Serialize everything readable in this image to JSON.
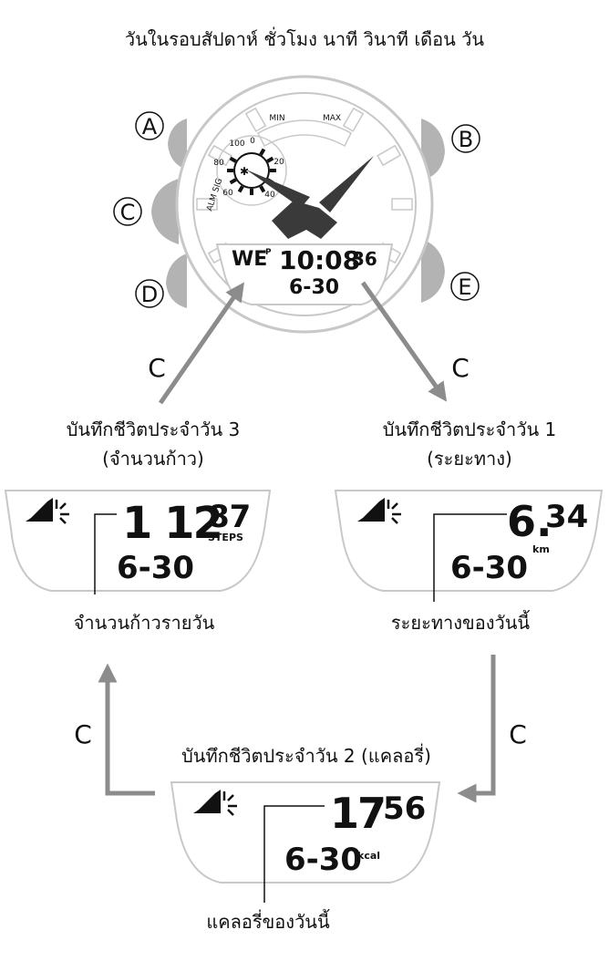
{
  "title": "วันในรอบสัปดาห์ ชั่วโมง นาที วินาที เดือน วัน",
  "buttons": [
    "A",
    "B",
    "C",
    "D",
    "E"
  ],
  "watch": {
    "dial_min": "MIN",
    "dial_max": "MAX",
    "subdial_numbers": [
      "100",
      "0",
      "80",
      "20",
      "60",
      "40"
    ],
    "subdial_label": "ALM SIG",
    "lcd_day": "WE",
    "lcd_pm": "P",
    "lcd_time": "10:08",
    "lcd_seconds": "36",
    "lcd_date": "6-30"
  },
  "arrow_label": "C",
  "log3": {
    "title_line1": "บันทึกชีวิตประจำวัน 3",
    "title_line2": "(จำนวนก้าว)",
    "value_big": "1 12",
    "value_small": "87",
    "unit": "STEPS",
    "date": "6-30",
    "caption": "จำนวนก้าวรายวัน"
  },
  "log1": {
    "title_line1": "บันทึกชีวิตประจำวัน 1",
    "title_line2": "(ระยะทาง)",
    "value_big": "6.",
    "value_small": "34",
    "unit": "km",
    "date": "6-30",
    "caption": "ระยะทางของวันนี้"
  },
  "log2": {
    "title": "บันทึกชีวิตประจำวัน 2 (แคลอรี่)",
    "value_big": "17",
    "value_small": "56",
    "unit": "kcal",
    "date": "6-30",
    "caption": "แคลอรี่ของวันนี้"
  },
  "colors": {
    "outline": "#c8c8c8",
    "button": "#b3b3b3",
    "arrow": "#8c8c8c",
    "hand": "#3a3a3a",
    "lcd_black": "#111111",
    "lcd_grey": "#a9a9a9"
  }
}
